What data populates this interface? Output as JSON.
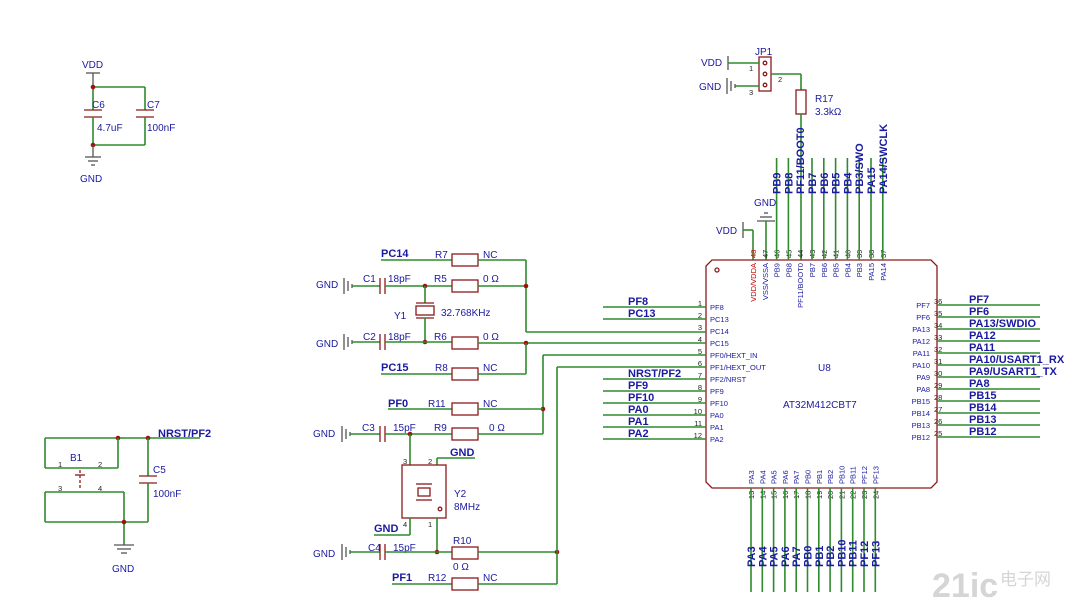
{
  "power": {
    "vdd": "VDD",
    "gnd": "GND"
  },
  "caps": {
    "c6": {
      "ref": "C6",
      "value": "4.7uF"
    },
    "c7": {
      "ref": "C7",
      "value": "100nF"
    },
    "c1": {
      "ref": "C1",
      "value": "18pF"
    },
    "c2": {
      "ref": "C2",
      "value": "18pF"
    },
    "c3": {
      "ref": "C3",
      "value": "15pF"
    },
    "c4": {
      "ref": "C4",
      "value": "15pF"
    },
    "c5": {
      "ref": "C5",
      "value": "100nF"
    }
  },
  "resistors": {
    "r5": {
      "ref": "R5",
      "value": "0 Ω"
    },
    "r6": {
      "ref": "R6",
      "value": "0 Ω"
    },
    "r7": {
      "ref": "R7",
      "value": "NC"
    },
    "r8": {
      "ref": "R8",
      "value": "NC"
    },
    "r9": {
      "ref": "R9",
      "value": "0 Ω"
    },
    "r10": {
      "ref": "R10",
      "value": "0 Ω"
    },
    "r11": {
      "ref": "R11",
      "value": "NC"
    },
    "r12": {
      "ref": "R12",
      "value": "NC"
    },
    "r17": {
      "ref": "R17",
      "value": "3.3kΩ"
    }
  },
  "crystals": {
    "y1": {
      "ref": "Y1",
      "value": "32.768KHz"
    },
    "y2": {
      "ref": "Y2",
      "value": "8MHz"
    }
  },
  "jumper": {
    "ref": "JP1",
    "p1": "1",
    "p2": "2",
    "p3": "3"
  },
  "button": {
    "ref": "B1",
    "p1": "1",
    "p2": "2",
    "p3": "3",
    "p4": "4"
  },
  "chip": {
    "ref": "U8",
    "part": "AT32M412CBT7"
  },
  "net_labels": {
    "pc14": "PC14",
    "pc15": "PC15",
    "pf0": "PF0",
    "pf1": "PF1",
    "nrst_pf2": "NRST/PF2",
    "gnd": "GND"
  },
  "left_pins": [
    {
      "num": "1",
      "pin": "PF8",
      "net": "PF8"
    },
    {
      "num": "2",
      "pin": "PC13",
      "net": "PC13"
    },
    {
      "num": "3",
      "pin": "PC14",
      "net": ""
    },
    {
      "num": "4",
      "pin": "PC15",
      "net": ""
    },
    {
      "num": "5",
      "pin": "PF0/HEXT_IN",
      "net": ""
    },
    {
      "num": "6",
      "pin": "PF1/HEXT_OUT",
      "net": ""
    },
    {
      "num": "7",
      "pin": "PF2/NRST",
      "net": "NRST/PF2"
    },
    {
      "num": "8",
      "pin": "PF9",
      "net": "PF9"
    },
    {
      "num": "9",
      "pin": "PF10",
      "net": "PF10"
    },
    {
      "num": "10",
      "pin": "PA0",
      "net": "PA0"
    },
    {
      "num": "11",
      "pin": "PA1",
      "net": "PA1"
    },
    {
      "num": "12",
      "pin": "PA2",
      "net": "PA2"
    }
  ],
  "right_pins": [
    {
      "num": "36",
      "pin": "PF7",
      "net": "PF7"
    },
    {
      "num": "35",
      "pin": "PF6",
      "net": "PF6"
    },
    {
      "num": "34",
      "pin": "PA13",
      "net": "PA13/SWDIO"
    },
    {
      "num": "33",
      "pin": "PA12",
      "net": "PA12"
    },
    {
      "num": "32",
      "pin": "PA11",
      "net": "PA11"
    },
    {
      "num": "31",
      "pin": "PA10",
      "net": "PA10/USART1_RX"
    },
    {
      "num": "30",
      "pin": "PA9",
      "net": "PA9/USART1_TX"
    },
    {
      "num": "29",
      "pin": "PA8",
      "net": "PA8"
    },
    {
      "num": "28",
      "pin": "PB15",
      "net": "PB15"
    },
    {
      "num": "27",
      "pin": "PB14",
      "net": "PB14"
    },
    {
      "num": "26",
      "pin": "PB13",
      "net": "PB13"
    },
    {
      "num": "25",
      "pin": "PB12",
      "net": "PB12"
    }
  ],
  "top_pins": [
    {
      "num": "48",
      "pin": "VDD/VDDA",
      "net": ""
    },
    {
      "num": "47",
      "pin": "VSS/VSSA",
      "net": ""
    },
    {
      "num": "46",
      "pin": "PB9",
      "net": "PB9"
    },
    {
      "num": "45",
      "pin": "PB8",
      "net": "PB8"
    },
    {
      "num": "44",
      "pin": "PF11/BOOT0",
      "net": "PF11/BOOT0"
    },
    {
      "num": "43",
      "pin": "PB7",
      "net": "PB7"
    },
    {
      "num": "42",
      "pin": "PB6",
      "net": "PB6"
    },
    {
      "num": "41",
      "pin": "PB5",
      "net": "PB5"
    },
    {
      "num": "40",
      "pin": "PB4",
      "net": "PB4"
    },
    {
      "num": "39",
      "pin": "PB3",
      "net": "PB3/SWO"
    },
    {
      "num": "38",
      "pin": "PA15",
      "net": "PA15"
    },
    {
      "num": "37",
      "pin": "PA14",
      "net": "PA14/SWCLK"
    }
  ],
  "bottom_pins": [
    {
      "num": "13",
      "pin": "PA3",
      "net": "PA3"
    },
    {
      "num": "14",
      "pin": "PA4",
      "net": "PA4"
    },
    {
      "num": "15",
      "pin": "PA5",
      "net": "PA5"
    },
    {
      "num": "16",
      "pin": "PA6",
      "net": "PA6"
    },
    {
      "num": "17",
      "pin": "PA7",
      "net": "PA7"
    },
    {
      "num": "18",
      "pin": "PB0",
      "net": "PB0"
    },
    {
      "num": "19",
      "pin": "PB1",
      "net": "PB1"
    },
    {
      "num": "20",
      "pin": "PB2",
      "net": "PB2"
    },
    {
      "num": "21",
      "pin": "PB10",
      "net": "PB10"
    },
    {
      "num": "22",
      "pin": "PB11",
      "net": "PB11"
    },
    {
      "num": "23",
      "pin": "PF12",
      "net": "PF12"
    },
    {
      "num": "24",
      "pin": "PF13",
      "net": "PF13"
    }
  ],
  "watermark": {
    "brand": "21ic",
    "cn": "电子网"
  },
  "colors": {
    "wire": "#2e8b2e",
    "component": "#8b1a1a",
    "label": "#1a1aa0",
    "power_pin": "#c00000"
  }
}
